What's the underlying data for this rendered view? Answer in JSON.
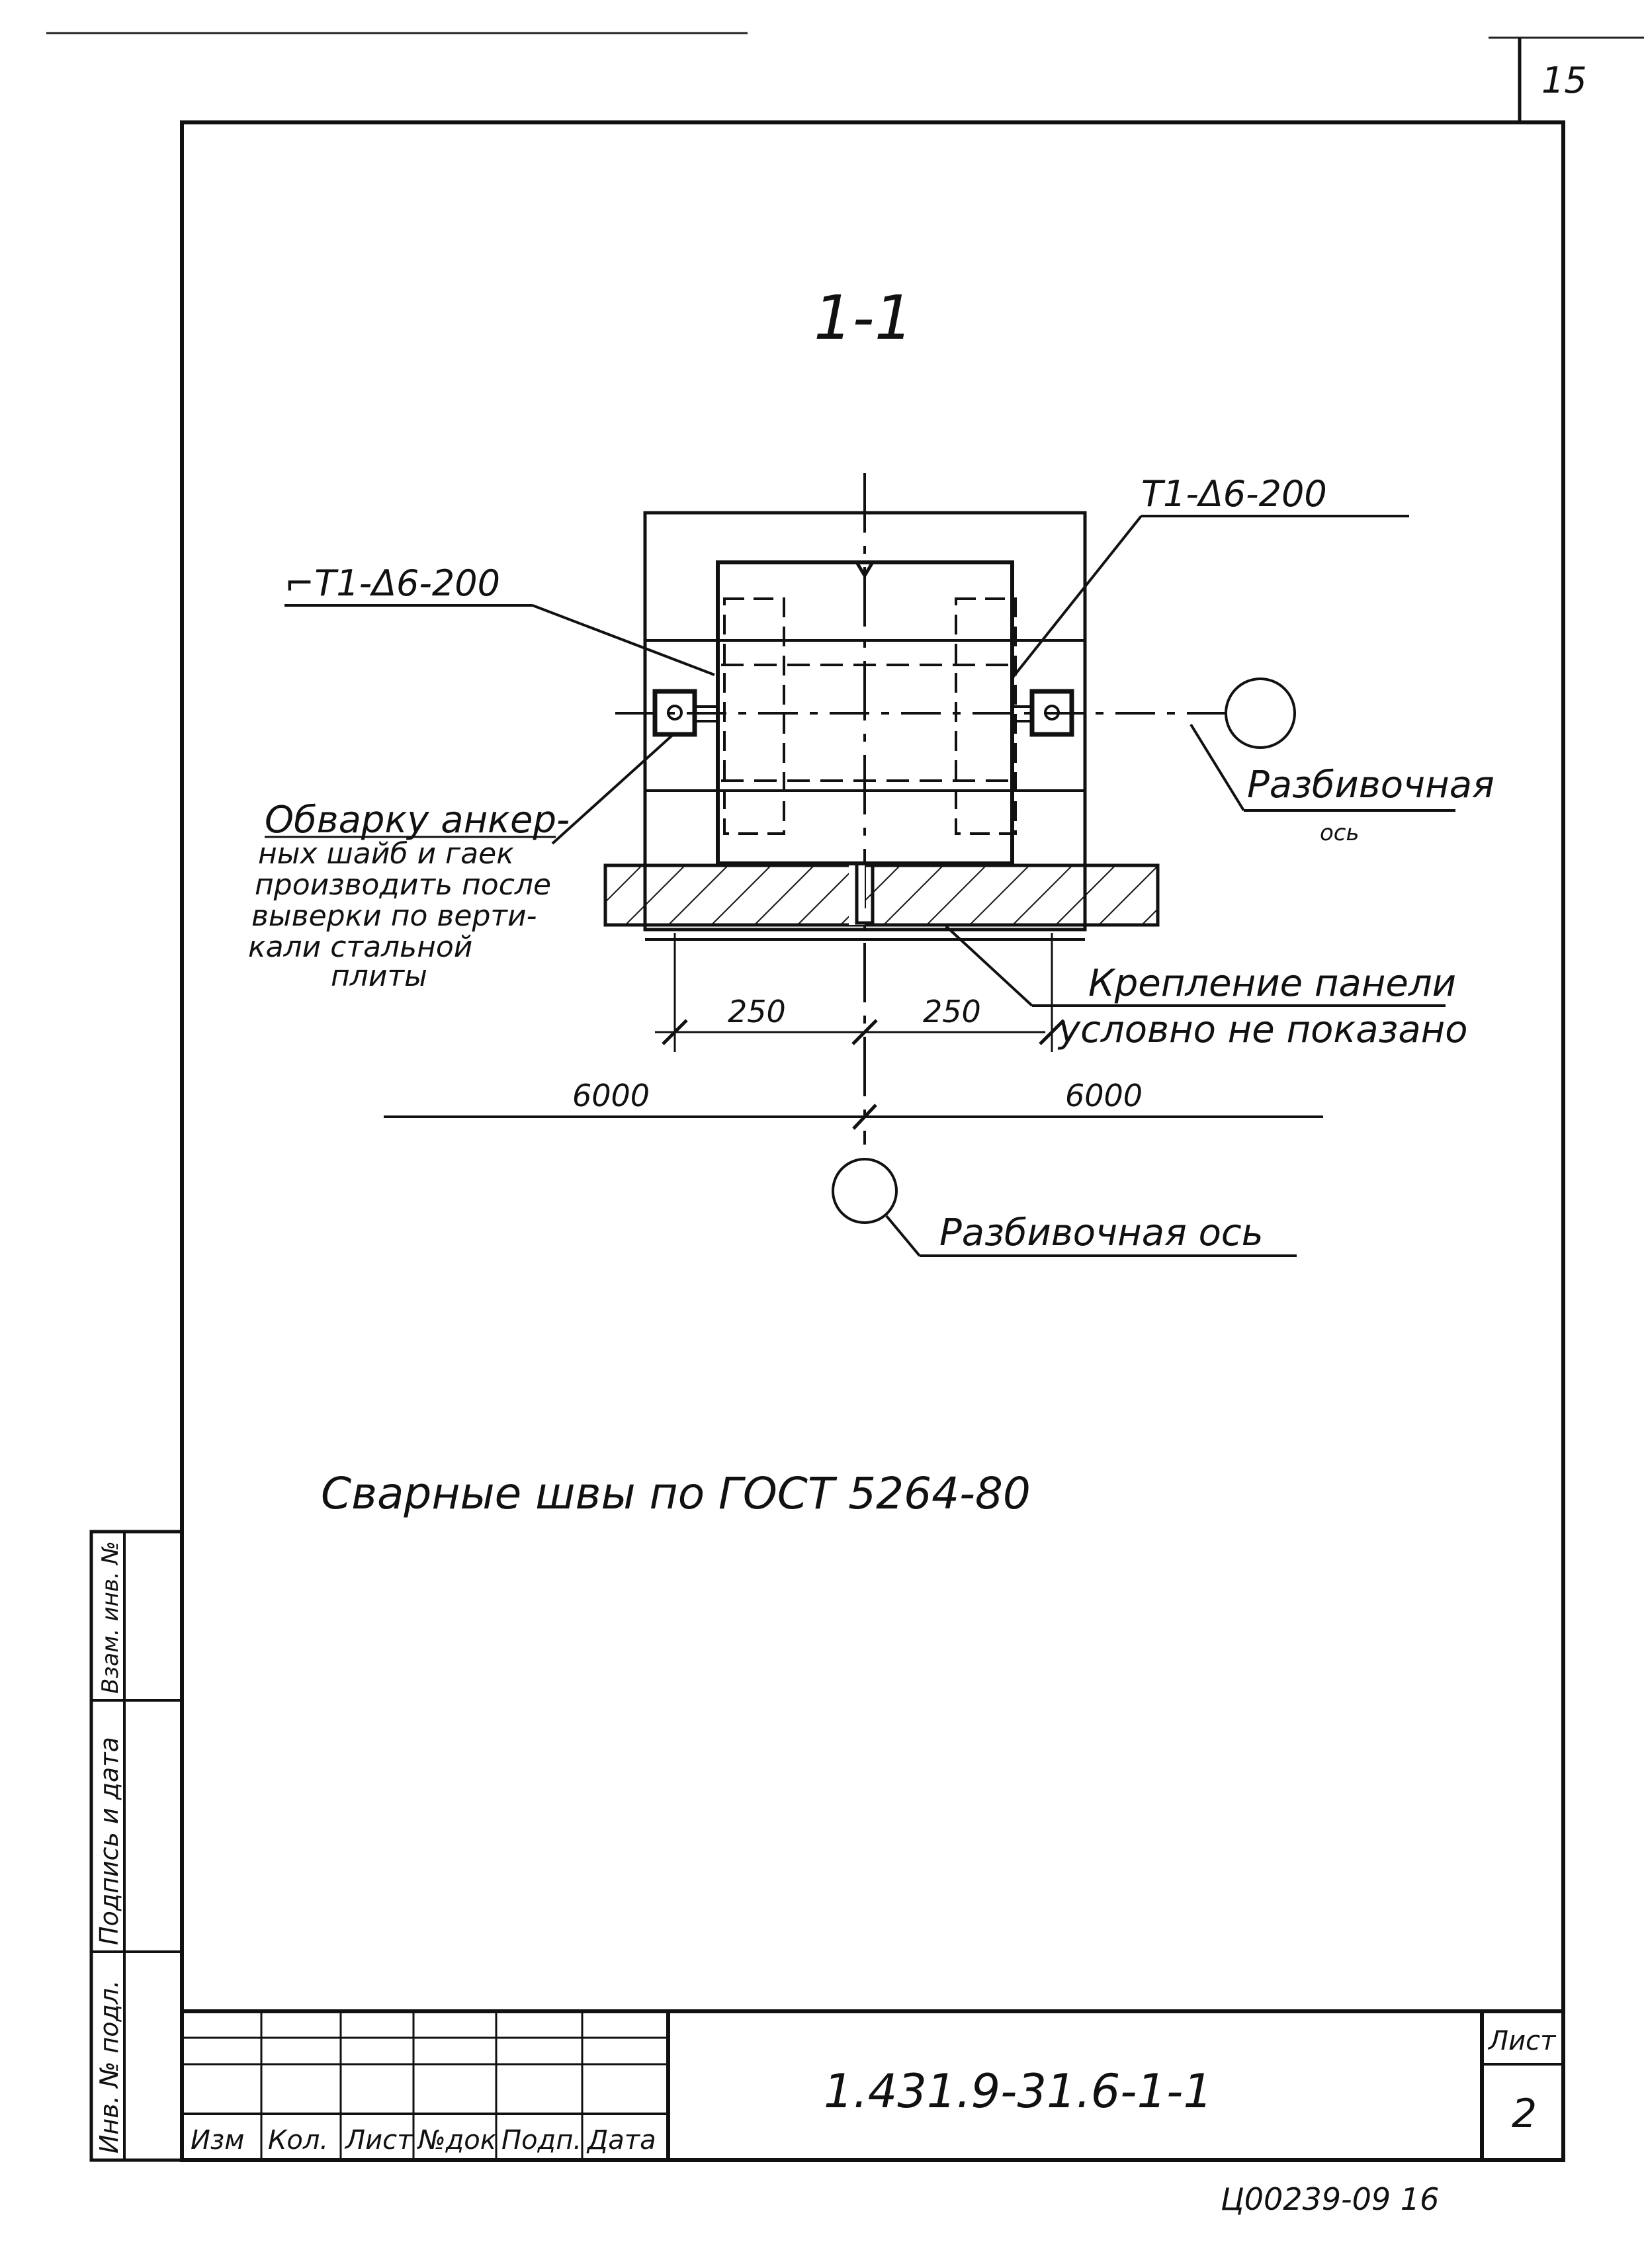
{
  "sheet_corner_number": "15",
  "section_title": "1-1",
  "weld_label_left": "⌐T1-Δ6-200",
  "weld_label_right": "T1-Δ6-200",
  "axis_label_right": "Разбивочная",
  "axis_label_right_sub": "ось",
  "axis_label_bottom": "Разбивочная ось",
  "note_weld": [
    "Обварку анкер-",
    "ных шайб и гаек",
    "производить после",
    "выверки по верти-",
    "кали стальной",
    "плиты"
  ],
  "note_panel": [
    "Крепление панели",
    "условно не показано"
  ],
  "dim_left": "250",
  "dim_right": "250",
  "dim_axis_left": "6000",
  "dim_axis_right": "6000",
  "general_note": "Сварные швы по ГОСТ 5264-80",
  "side_stamp": [
    "Инв. № подл.",
    "Подпись и дата",
    "Взам. инв. №"
  ],
  "title_block": {
    "columns": [
      "Изм",
      "Кол.",
      "Лист",
      "№док",
      "Подп.",
      "Дата"
    ],
    "document_code": "1.431.9-31.6-1-1",
    "sheet_label": "Лист",
    "sheet_number": "2"
  },
  "footer_code": "Ц00239-09 16"
}
